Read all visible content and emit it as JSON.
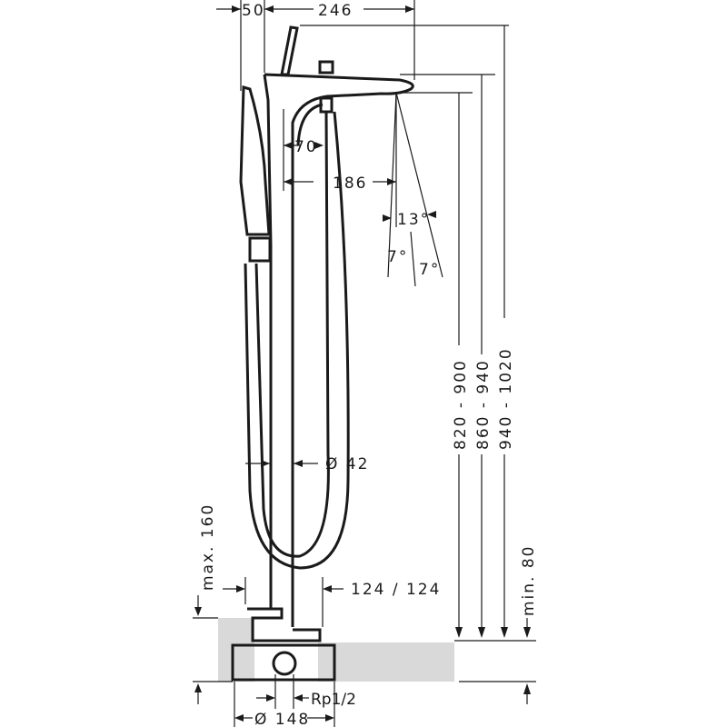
{
  "drawing": {
    "dimensions": {
      "d50": "50",
      "d246": "246",
      "d70": "70",
      "d186": "186",
      "angle13": "13°",
      "angle7a": "7°",
      "angle7b": "7°",
      "dia42": "Ø 42",
      "d124": "124 / 124",
      "max160": "max. 160",
      "h820": "820 - 900",
      "h860": "860 - 940",
      "h940": "940 - 1020",
      "min80": "min. 80",
      "rp": "Rp1/2",
      "dia148": "Ø 148"
    },
    "colors": {
      "line": "#1a1a1a",
      "floor": "#d9d9d9"
    }
  }
}
